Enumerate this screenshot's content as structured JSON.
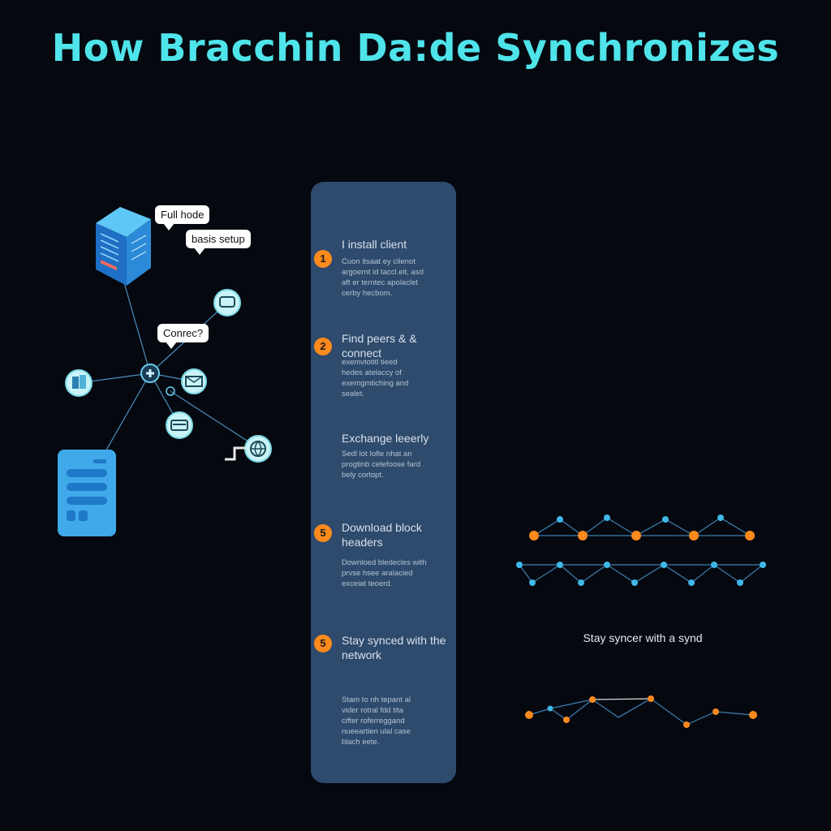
{
  "title": "How Bracchin Da:de Synchronizes",
  "left_diagram": {
    "bubbles": {
      "full_node": "Full hode",
      "basic_setup": "basis setup",
      "connect": "Conrec?"
    }
  },
  "steps": [
    {
      "number": "1",
      "title": "I install client",
      "body": [
        "Cuon itsaat ey clienot",
        "argoernt id taccl.eit, asd",
        "aft er terntec apolaclet",
        "cerby hecbom."
      ]
    },
    {
      "number": "2",
      "title": "Find peers & & connect",
      "body": [
        "exemvtotitl tieed",
        "hedes atelaccy of",
        "exemgmtiching and",
        "sealet."
      ]
    },
    {
      "number": "",
      "title": "Exchange leeerly",
      "body": [
        "Sedl lot Iofle nhat an",
        "progtinb cetefoose fard",
        "bely cortopt."
      ]
    },
    {
      "number": "5",
      "title": "Download block headers",
      "body": [
        "Downloed bledecles with",
        "prvse hsee aralacied",
        "exceiat teoerd."
      ]
    },
    {
      "number": "5",
      "title": "Stay synced with the network",
      "body": [
        "Stam to nh tepant al",
        "vider rotral fdd tita",
        "cifter roferreggand",
        "nueeartien ulal case",
        "blach eete."
      ]
    }
  ],
  "right_diagram": {
    "caption": "Stay syncer with a synd"
  },
  "colors": {
    "background": "#05080f",
    "title": "#4fe3ea",
    "panel": "#2e4a6c",
    "accent_orange": "#ff8a1c",
    "node_blue": "#3fb8e8",
    "line_blue": "#3d7fb0"
  }
}
